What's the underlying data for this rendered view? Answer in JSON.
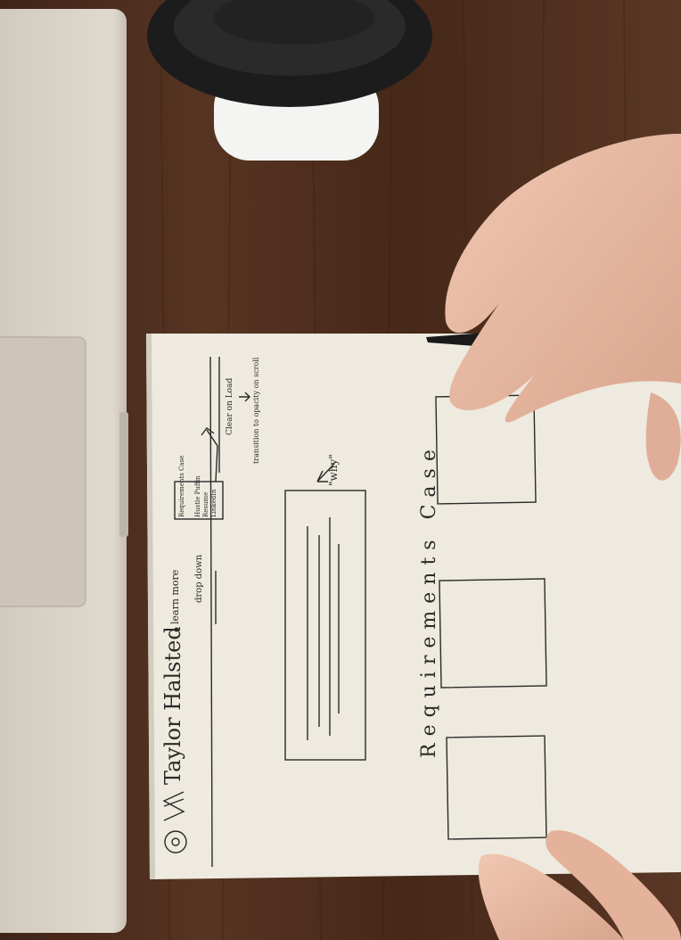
{
  "sketch": {
    "header_name": "Taylor Halsted",
    "learn_more": "learn more",
    "drop_down": "drop down",
    "dropdown_items": [
      "Requirements Case",
      "Hustle Puffin",
      "Resume",
      "LinkedIn"
    ],
    "note_clear": "Clear on Load",
    "note_transition": "transition to opacity on scroll",
    "why": "\"why\"",
    "section_title": "Requirements Case"
  },
  "colors": {
    "table": "#4a2c1d",
    "laptop": "#d8d2c6",
    "paper": "#eeeadf",
    "ink": "#2a2a2a",
    "cup_lid": "#1c1c1c",
    "skin": "#e6b9a3"
  }
}
